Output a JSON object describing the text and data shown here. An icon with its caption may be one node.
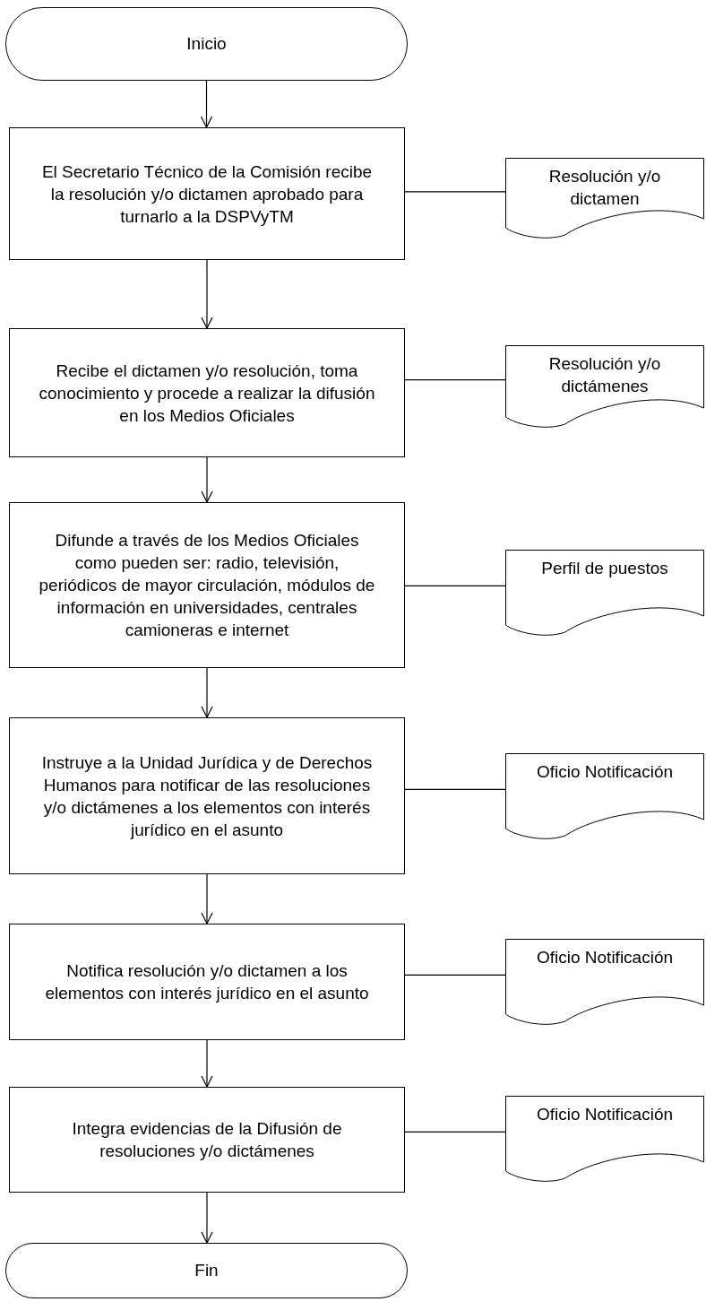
{
  "diagram": {
    "nodes": [
      {
        "text": [
          "Inicio"
        ]
      },
      {
        "text": [
          "El Secretario Técnico de la Comisión  recibe la resolución y/o dictamen aprobado para turnarlo a la DSPVyTM"
        ]
      },
      {
        "text": [
          "Resolución y/o dictamen"
        ]
      },
      {
        "text": [
          "Recibe el dictamen y/o resolución, toma conocimiento y procede a realizar la difusión en los Medios Oficiales"
        ]
      },
      {
        "text": [
          "Resolución y/o dictámenes"
        ]
      },
      {
        "text": [
          "Difunde a través de los Medios Oficiales como pueden ser:  radio, televisión, periódicos de mayor circulación, módulos de información en universidades, centrales camioneras e internet"
        ]
      },
      {
        "text": [
          "Perfil de puestos"
        ]
      },
      {
        "text": [
          "Instruye a la Unidad Jurídica y de Derechos Humanos para notificar de las resoluciones y/o dictámenes a los elementos con interés jurídico en el asunto"
        ]
      },
      {
        "text": [
          "Oficio Notificación"
        ]
      },
      {
        "text": [
          "Notifica resolución y/o dictamen a los elementos con interés jurídico en el asunto"
        ]
      },
      {
        "text": [
          "Oficio Notificación"
        ]
      },
      {
        "text": [
          "Integra evidencias de la Difusión de resoluciones y/o dictámenes"
        ]
      },
      {
        "text": [
          "Oficio Notificación"
        ]
      },
      {
        "text": [
          "Fin"
        ]
      }
    ],
    "edges": [
      {
        "from": 0,
        "to": 1,
        "arrow": "to"
      },
      {
        "from": 1,
        "to": 2,
        "arrow": "none"
      },
      {
        "from": 1,
        "to": 3,
        "arrow": "to"
      },
      {
        "from": 3,
        "to": 4,
        "arrow": "none"
      },
      {
        "from": 3,
        "to": 5,
        "arrow": "to"
      },
      {
        "from": 5,
        "to": 6,
        "arrow": "none"
      },
      {
        "from": 5,
        "to": 7,
        "arrow": "to"
      },
      {
        "from": 7,
        "to": 8,
        "arrow": "none"
      },
      {
        "from": 7,
        "to": 9,
        "arrow": "to"
      },
      {
        "from": 9,
        "to": 10,
        "arrow": "none"
      },
      {
        "from": 9,
        "to": 11,
        "arrow": "to"
      },
      {
        "from": 11,
        "to": 12,
        "arrow": "none"
      },
      {
        "from": 11,
        "to": 13,
        "arrow": "to"
      }
    ]
  }
}
